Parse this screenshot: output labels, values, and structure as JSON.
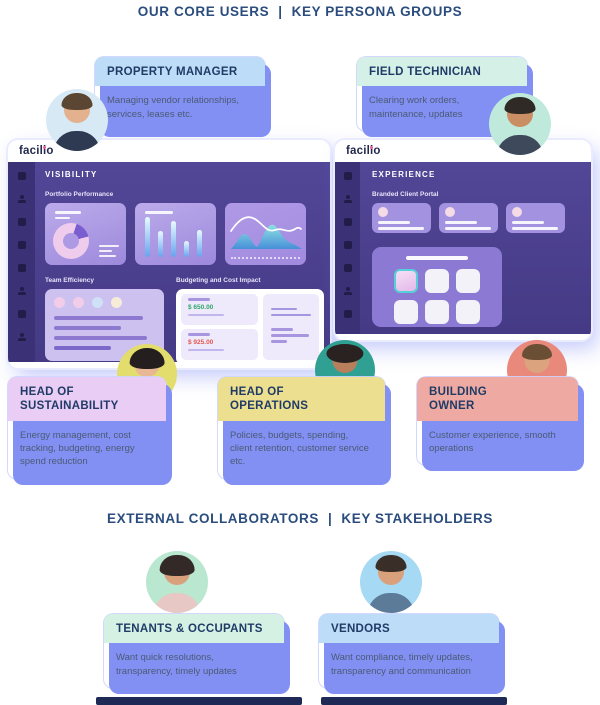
{
  "headers": {
    "top_left": "OUR CORE USERS",
    "top_right": "KEY PERSONA GROUPS",
    "bottom_left": "EXTERNAL COLLABORATORS",
    "bottom_right": "KEY STAKEHOLDERS",
    "separator": "|"
  },
  "app_logo": "facilio",
  "left_window": {
    "screen_title": "VISIBILITY",
    "section_title": "Portfolio Performance",
    "sidebar_icons": [
      "bell",
      "user",
      "gallery",
      "document",
      "cloud",
      "user",
      "tools",
      "member"
    ],
    "charts": {
      "donut": {
        "type": "donut",
        "segments_pct": [
          84,
          16
        ]
      },
      "bars": {
        "type": "bar",
        "values": [
          40,
          26,
          36,
          16,
          27
        ]
      },
      "area": {
        "type": "area"
      }
    },
    "team_panel": {
      "title": "Team Efficiency",
      "circle_colors": [
        "#f2cdea",
        "#f2cdea",
        "#cfe0f7",
        "#f6ecd9"
      ],
      "bar_widths_pct": [
        88,
        66,
        92,
        56
      ]
    },
    "budget_panel": {
      "title": "Budgeting and Cost Impact",
      "amount_positive": "$ 650.00",
      "amount_negative": "$ 925.00",
      "positive_color": "#2fa56b",
      "negative_color": "#e4574e"
    }
  },
  "right_window": {
    "screen_title": "EXPERIENCE",
    "section_title": "Branded Client Portal",
    "sidebar_icons": [
      "bell",
      "user",
      "gallery",
      "document",
      "cloud",
      "user",
      "tools"
    ],
    "client_cards_count": 3,
    "app_grid": {
      "tiles": 6,
      "highlighted_index": 0
    }
  },
  "personas": {
    "property_manager": {
      "title": "PROPERTY MANAGER",
      "description": "Managing vendor relationships, services, leases etc.",
      "header_color": "#bddcf7"
    },
    "field_technician": {
      "title": "FIELD TECHNICIAN",
      "description": "Clearing work orders, maintenance, updates",
      "header_color": "#d5f1e7"
    },
    "head_of_sustainability": {
      "title": "HEAD OF SUSTAINABILITY",
      "description": "Energy management, cost tracking, budgeting, energy spend reduction",
      "header_color": "#e9cdf5"
    },
    "head_of_operations": {
      "title": "HEAD OF OPERATIONS",
      "description": "Policies, budgets, spending, client retention, customer service etc.",
      "header_color": "#ecdf90"
    },
    "building_owner": {
      "title": "BUILDING OWNER",
      "description": "Customer experience, smooth operations",
      "header_color": "#eeaaa2"
    },
    "tenants_occupants": {
      "title": "TENANTS & OCCUPANTS",
      "description": "Want quick resolutions, transparency, timely updates",
      "header_color": "#d5f1e4"
    },
    "vendors": {
      "title": "VENDORS",
      "description": "Want compliance, timely updates, transparency and communication",
      "header_color": "#bddcf7"
    }
  },
  "colors": {
    "header_text": "#2b4d7e",
    "card_shadow": "#8290f3",
    "window_purple": "#4d4294",
    "sidebar_purple": "#3a3176"
  }
}
